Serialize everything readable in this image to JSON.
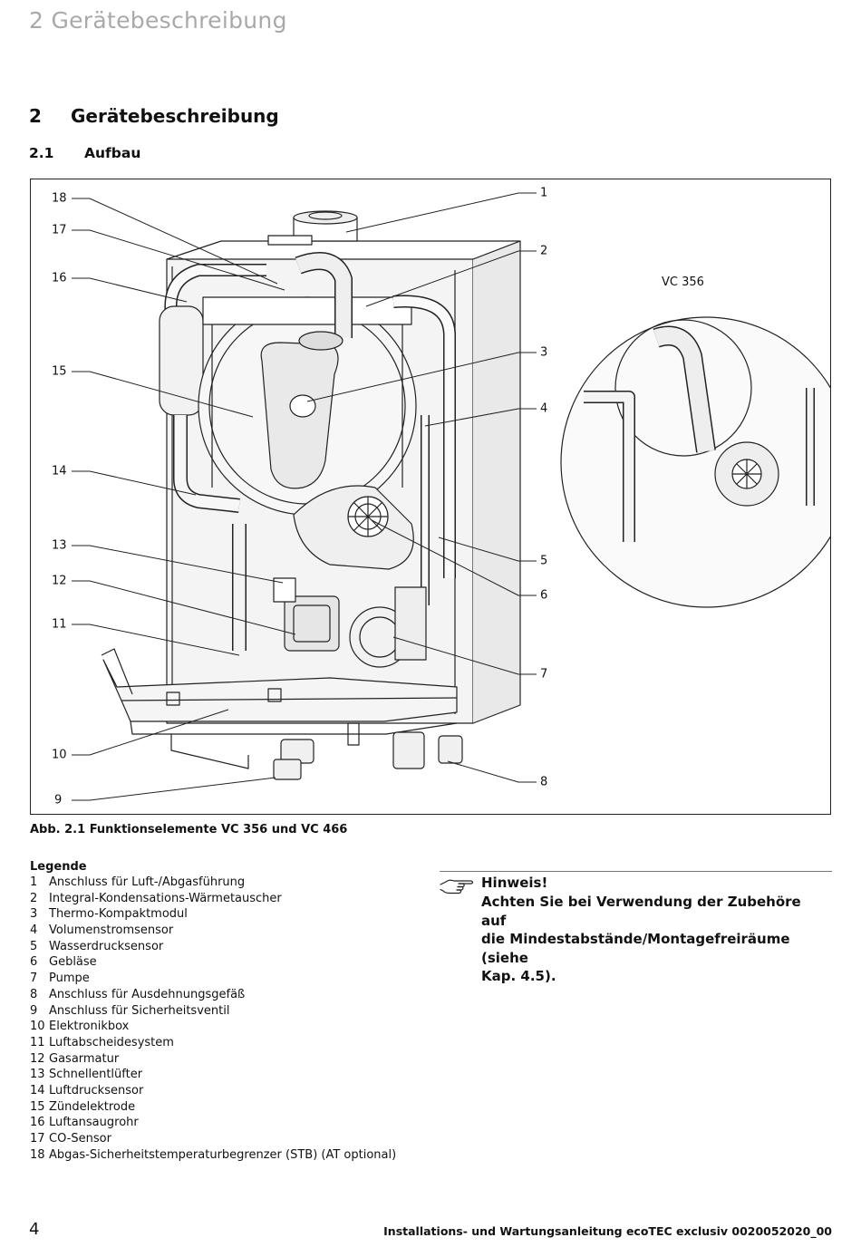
{
  "running_head": "2 Gerätebeschreibung",
  "chapter": {
    "number": "2",
    "title": "Gerätebeschreibung"
  },
  "section": {
    "number": "2.1",
    "title": "Aufbau"
  },
  "figure": {
    "callouts_left": [
      "18",
      "17",
      "16",
      "15",
      "14",
      "13",
      "12",
      "11",
      "10",
      "9"
    ],
    "callouts_right": [
      "1",
      "2",
      "3",
      "4",
      "5",
      "6",
      "7",
      "8"
    ],
    "variant_label": "VC 356",
    "caption": "Abb. 2.1 Funktionselemente VC 356 und VC 466"
  },
  "legend": {
    "title": "Legende",
    "items": [
      {
        "num": "1",
        "label": "Anschluss für Luft-/Abgasführung"
      },
      {
        "num": "2",
        "label": "Integral-Kondensations-Wärmetauscher"
      },
      {
        "num": "3",
        "label": "Thermo-Kompaktmodul"
      },
      {
        "num": "4",
        "label": "Volumenstromsensor"
      },
      {
        "num": "5",
        "label": "Wasserdrucksensor"
      },
      {
        "num": "6",
        "label": "Gebläse"
      },
      {
        "num": "7",
        "label": "Pumpe"
      },
      {
        "num": "8",
        "label": "Anschluss für Ausdehnungsgefäß"
      },
      {
        "num": "9",
        "label": "Anschluss für Sicherheitsventil"
      },
      {
        "num": "10",
        "label": "Elektronikbox"
      },
      {
        "num": "11",
        "label": "Luftabscheidesystem"
      },
      {
        "num": "12",
        "label": "Gasarmatur"
      },
      {
        "num": "13",
        "label": "Schnellentlüfter"
      },
      {
        "num": "14",
        "label": "Luftdrucksensor"
      },
      {
        "num": "15",
        "label": "Zündelektrode"
      },
      {
        "num": "16",
        "label": "Luftansaugrohr"
      },
      {
        "num": "17",
        "label": "CO-Sensor"
      },
      {
        "num": "18",
        "label": "Abgas-Sicherheitstemperaturbegrenzer (STB) (AT optional)"
      }
    ]
  },
  "note": {
    "icon": "pointing-hand-icon",
    "title": "Hinweis!",
    "text_lines": [
      "Achten Sie bei Verwendung der Zubehöre auf",
      "die Mindestabstände/Montagefreiräume (siehe",
      "Kap. 4.5)."
    ]
  },
  "footer": {
    "page_number": "4",
    "text": "Installations- und Wartungsanleitung ecoTEC exclusiv 0020052020_00"
  }
}
